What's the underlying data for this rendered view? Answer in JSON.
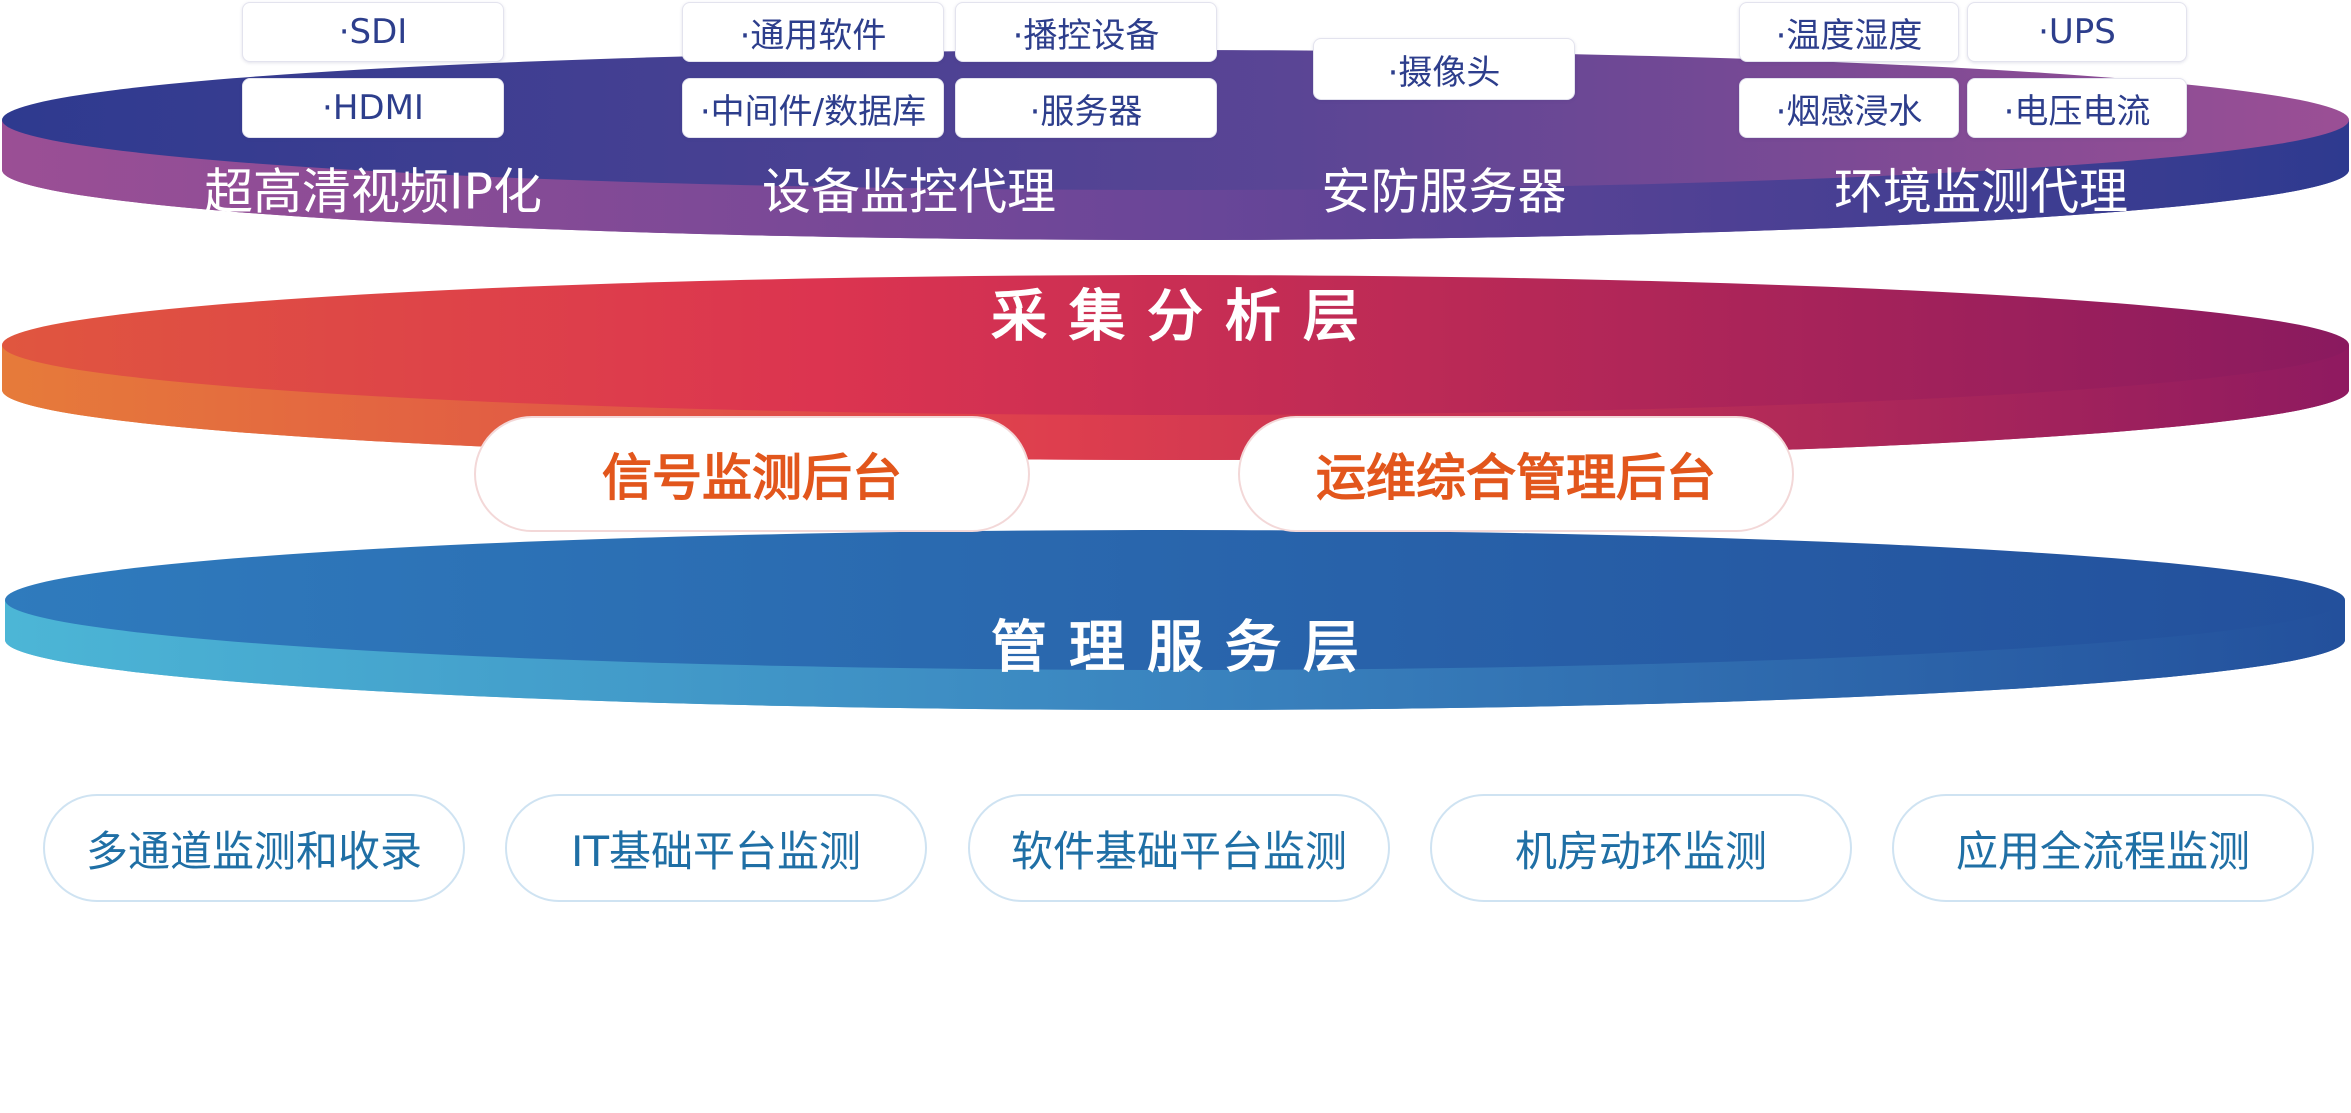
{
  "layers": {
    "top": {
      "title": "采集分析层",
      "groups": [
        {
          "label": "超高清视频IP化",
          "tags": [
            "·SDI",
            "·HDMI"
          ]
        },
        {
          "label": "设备监控代理",
          "tags": [
            "·通用软件",
            "·播控设备",
            "·中间件/数据库",
            "·服务器"
          ]
        },
        {
          "label": "安防服务器",
          "tags": [
            "·摄像头"
          ]
        },
        {
          "label": "环境监测代理",
          "tags": [
            "·温度湿度",
            "·UPS",
            "·烟感浸水",
            "·电压电流"
          ]
        }
      ],
      "colors": {
        "start": "#2e3a8f",
        "end": "#9b4f95"
      }
    },
    "middle": {
      "title": "管理服务层",
      "pills": [
        "信号监测后台",
        "运维综合管理后台"
      ],
      "colors": {
        "start": "#e67b3a",
        "mid": "#e0384e",
        "end": "#8f1a60"
      }
    },
    "bottom": {
      "title": "监测应用层",
      "pills": [
        "多通道监测和收录",
        "IT基础平台监测",
        "软件基础平台监测",
        "机房动环监测",
        "应用全流程监测"
      ],
      "colors": {
        "start": "#4cb6d6",
        "end": "#23509c"
      }
    }
  }
}
